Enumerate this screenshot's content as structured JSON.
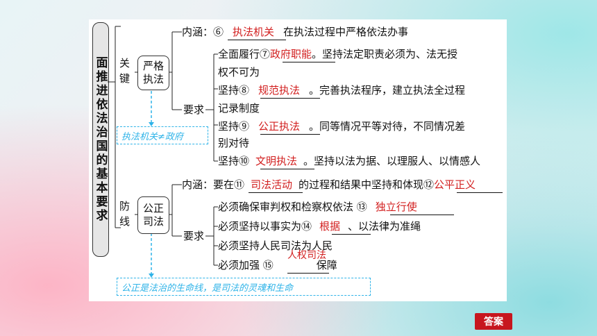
{
  "title": "面推进依法治国的基本要求",
  "section1": {
    "label": "关键",
    "box": "严格执法",
    "note": "执法机关≠政府",
    "neihan_prefix": "内涵：⑥",
    "neihan_answer": "执法机关",
    "neihan_suffix": "在执法过程中严格依法办事",
    "yaoqiu": "要求",
    "items": [
      {
        "prefix": "全面履行⑦",
        "answer": "政府职能",
        "suffix": "。坚持法定职责必须为、法无授"
      },
      {
        "prefix": "权不可为",
        "answer": "",
        "suffix": ""
      },
      {
        "prefix": "坚持⑧",
        "answer": "规范执法",
        "suffix": "。完善执法程序，建立执法全过程"
      },
      {
        "prefix": "记录制度",
        "answer": "",
        "suffix": ""
      },
      {
        "prefix": "坚持⑨",
        "answer": "公正执法",
        "suffix": "。同等情况平等对待，不同情况差"
      },
      {
        "prefix": "别对待",
        "answer": "",
        "suffix": ""
      },
      {
        "prefix": "坚持⑩",
        "answer": "文明执法",
        "suffix": "。坚持以法为据、以理服人、以情感人"
      }
    ]
  },
  "section2": {
    "label": "防线",
    "box": "公正司法",
    "note": "公正是法治的生命线，是司法的灵魂和生命",
    "neihan_prefix": "内涵：要在⑪",
    "neihan_answer": "司法活动",
    "neihan_mid": "的过程和结果中坚持和体现⑫",
    "neihan_answer2": "公平正义",
    "yaoqiu": "要求",
    "items": [
      {
        "prefix": "必须确保审判权和检察权依法 ⑬",
        "answer": "独立行使",
        "suffix": ""
      },
      {
        "prefix": "必须坚持以事实为⑭",
        "answer": "根据",
        "suffix": "、以法律为准绳"
      },
      {
        "prefix": "必须坚持人民司法为人民",
        "answer": "",
        "suffix": ""
      },
      {
        "prefix": "必须加强 ⑮",
        "answer": "人权司法",
        "suffix": "保障"
      }
    ]
  },
  "answer_button": "答案"
}
